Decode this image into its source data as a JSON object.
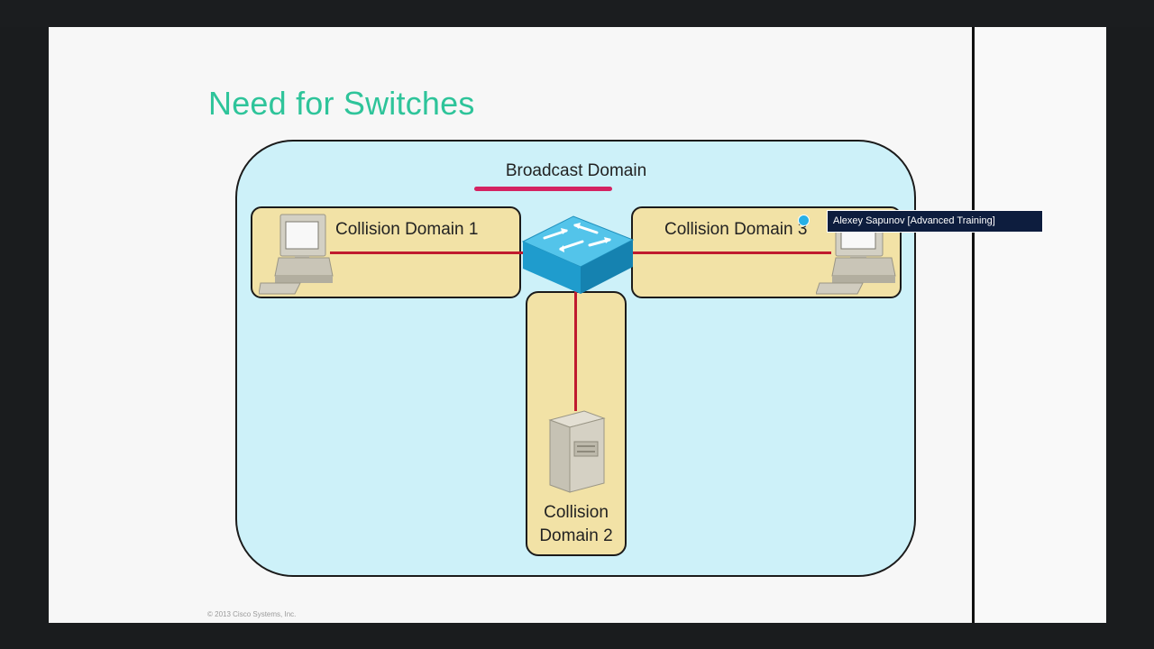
{
  "slide": {
    "title": "Need for Switches",
    "copyright": "© 2013 Cisco Systems, Inc."
  },
  "diagram": {
    "broadcast_domain_label": "Broadcast Domain",
    "collision_domain_1": "Collision Domain 1",
    "collision_domain_2": "Collision Domain 2",
    "collision_domain_3": "Collision Domain 3",
    "devices": [
      "switch-icon",
      "pc-icon",
      "pc-icon",
      "server-icon"
    ]
  },
  "overlay": {
    "presenter": "Alexey Sapunov [Advanced Training]"
  },
  "colors": {
    "title": "#2ec49a",
    "broadcast_domain_fill": "#cdf1f9",
    "collision_domain_fill": "#f2e2a6",
    "link": "#c01a2e",
    "underline": "#d42361",
    "switch": "#27a9d6"
  }
}
